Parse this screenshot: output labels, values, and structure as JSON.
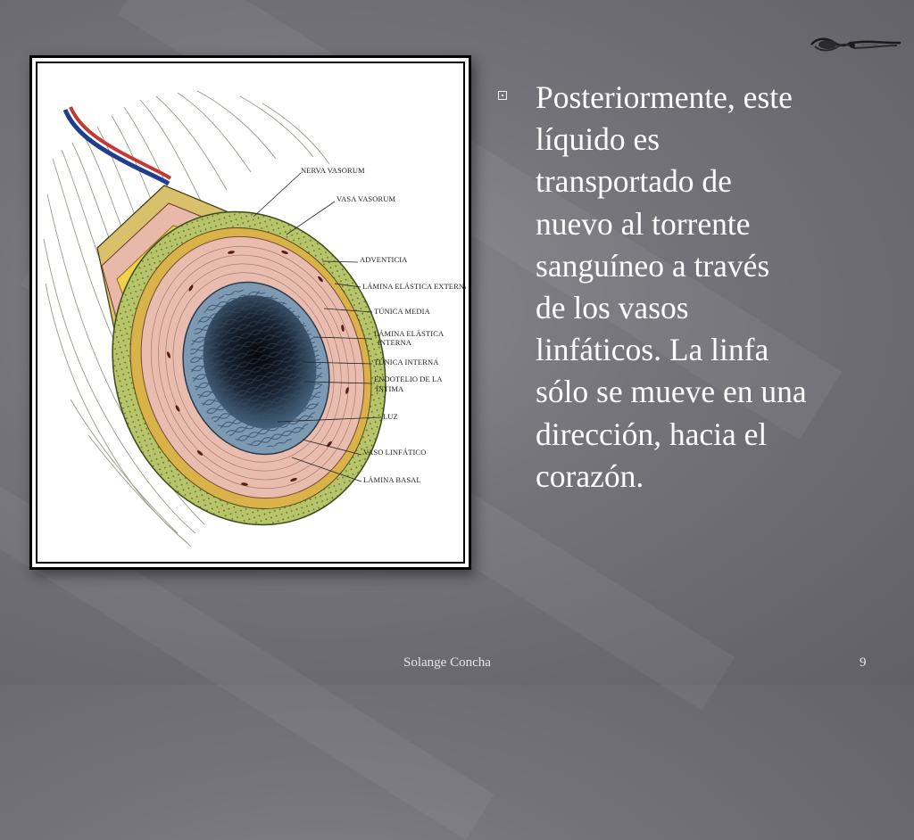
{
  "slide": {
    "bullet_text": "Posteriormente, este\nlíquido es\ntransportado de\nnuevo al torrente\nsanguíneo a través\nde los vasos\nlinfáticos. La linfa\nsólo se mueve en una\ndirección, hacia el\ncorazón.",
    "footer_author": "Solange Concha",
    "page_number": "9"
  },
  "figure": {
    "labels": {
      "nerva_vasorum": "NERVA VASORUM",
      "vasa_vasorum": "VASA VASORUM",
      "adventicia": "ADVENTICIA",
      "lamina_elastica_externa": "LÁMINA ELÁSTICA EXTERNA",
      "tunica_media": "TÚNICA MEDIA",
      "lamina_elastica_interna_1": "LÁMINA ELÁSTICA",
      "lamina_elastica_interna_2": "INTERNA",
      "tunica_interna": "TÚNICA INTERNA",
      "endotelio_1": "ENDOTELIO DE LA",
      "endotelio_2": "ÍNTIMA",
      "luz": "LUZ",
      "vaso_linfatico": "VASO LINFÁTICO",
      "lamina_basal": "LÁMINA BASAL"
    }
  },
  "icons": {
    "bullet": "square-bullet-icon",
    "ornament": "decorative-flourish-icon"
  },
  "colors": {
    "background": "#74747a",
    "text": "#ffffff",
    "adventitia_yellow": "#f2d24a",
    "media_pink": "#e8b8a8",
    "lumen": "#1a2a3a"
  }
}
